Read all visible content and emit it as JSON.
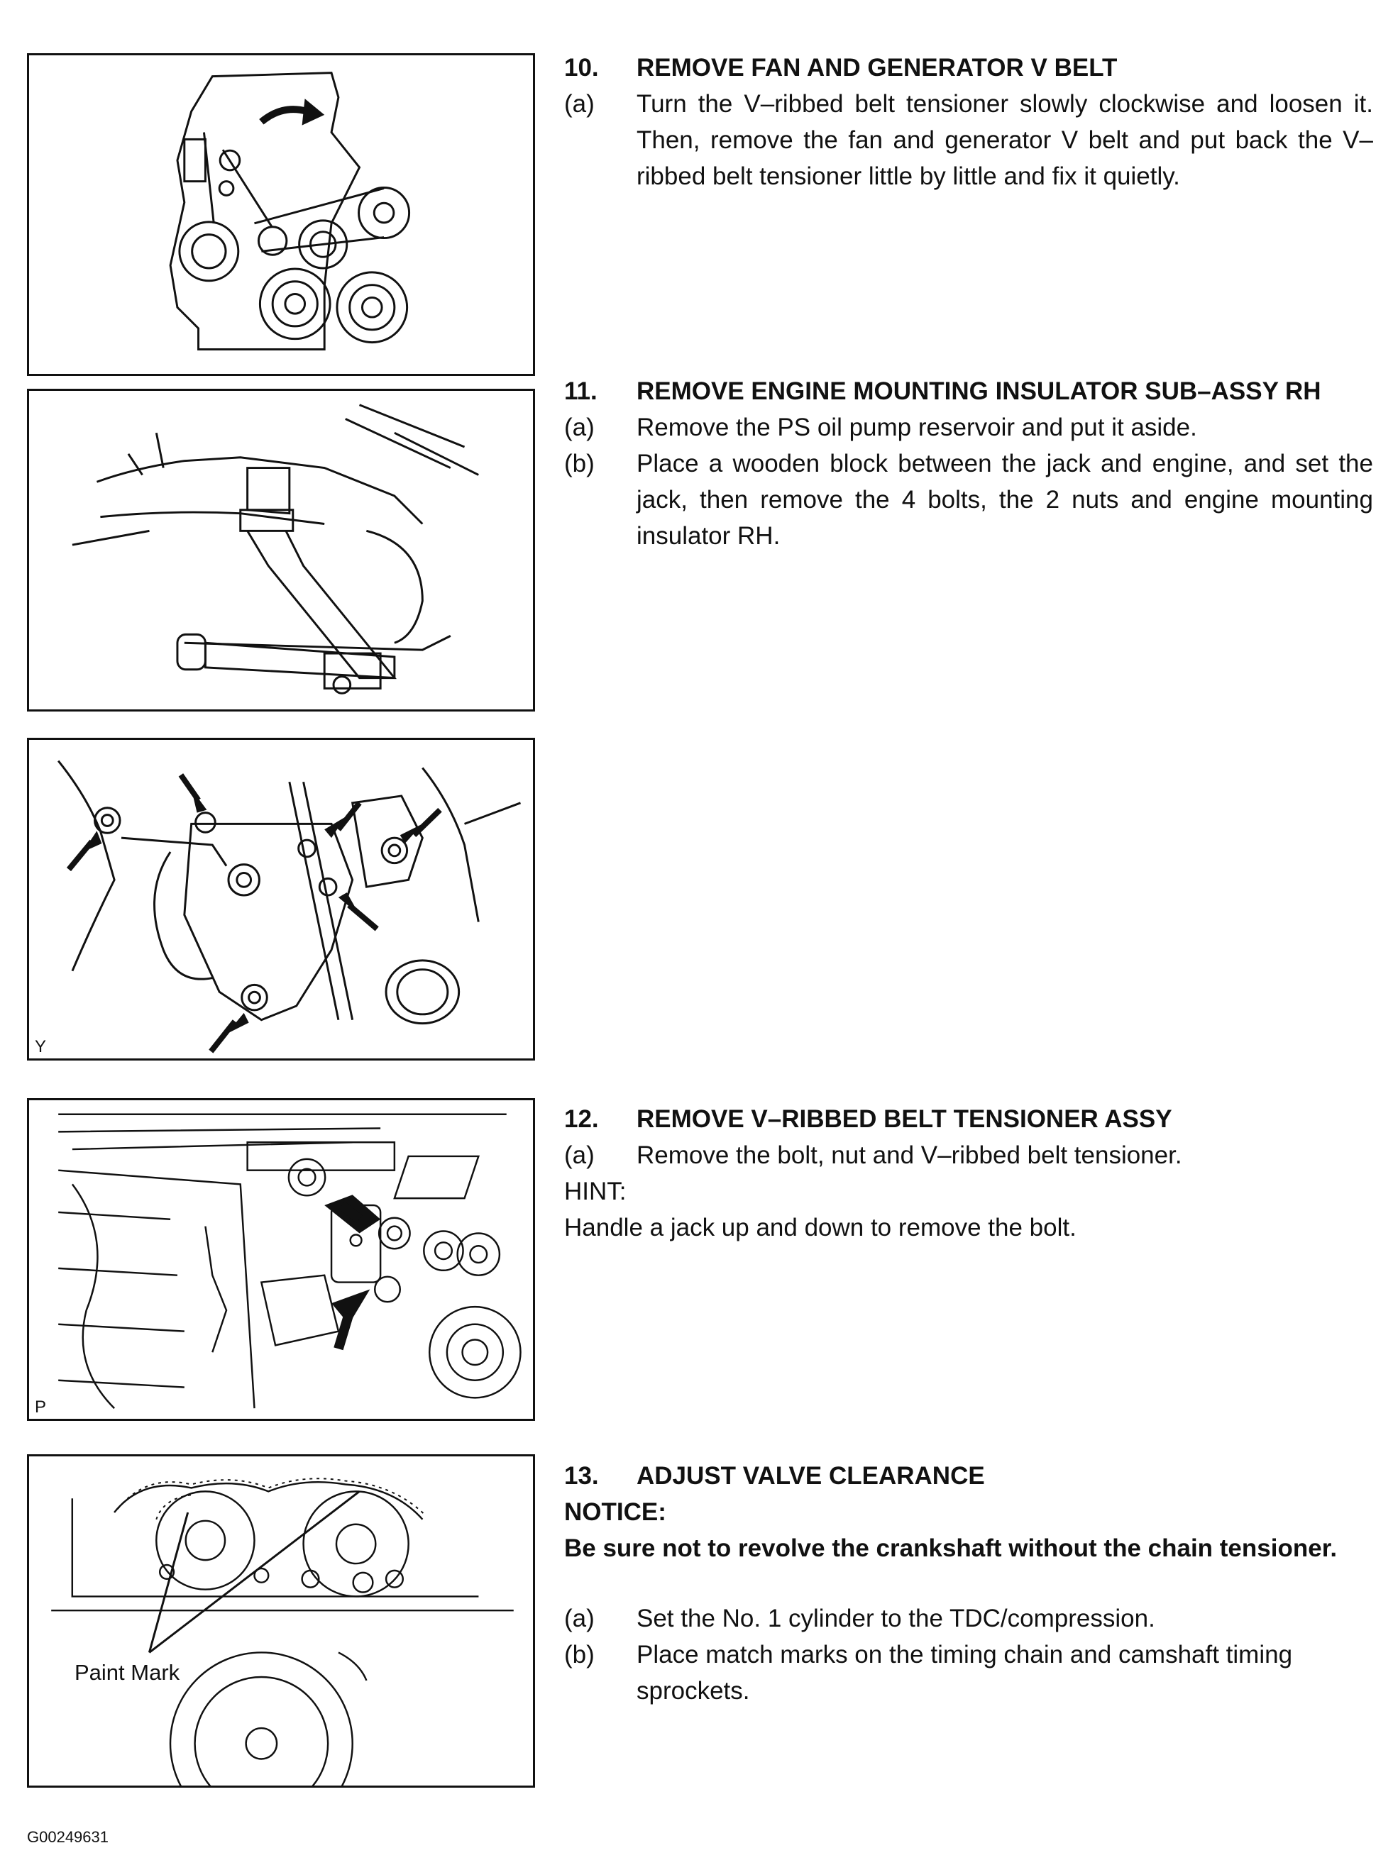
{
  "figures": {
    "fig3_tag": "Y",
    "fig4_tag": "P",
    "fig5_label": "Paint Mark"
  },
  "steps": {
    "s10": {
      "number": "10.",
      "title": "REMOVE FAN AND GENERATOR V BELT",
      "a_label": "(a)",
      "a_text": "Turn the V–ribbed belt tensioner slowly clockwise and loosen it. Then, remove the fan and generator V belt and put back the V–ribbed belt tensioner little by little and fix it quietly."
    },
    "s11": {
      "number": "11.",
      "title": "REMOVE ENGINE MOUNTING INSULATOR SUB–ASSY RH",
      "a_label": "(a)",
      "a_text": "Remove the PS oil pump reservoir and put it aside.",
      "b_label": "(b)",
      "b_text": "Place a wooden block between the jack and engine, and set the jack, then remove the 4 bolts, the 2 nuts and engine mounting insulator RH."
    },
    "s12": {
      "number": "12.",
      "title": "REMOVE V–RIBBED BELT TENSIONER ASSY",
      "a_label": "(a)",
      "a_text": "Remove the bolt, nut and V–ribbed belt tensioner.",
      "hint_label": "HINT:",
      "hint_text": "Handle a jack up and down to remove the bolt."
    },
    "s13": {
      "number": "13.",
      "title": "ADJUST VALVE CLEARANCE",
      "notice_label": "NOTICE:",
      "notice_text": "Be sure not to revolve the crankshaft without the chain tensioner.",
      "a_label": "(a)",
      "a_text": "Set the No. 1 cylinder to the TDC/compression.",
      "b_label": "(b)",
      "b_text": "Place match marks on the timing chain and camshaft timing sprockets."
    }
  },
  "footer": {
    "doc_id": "G00249631"
  }
}
